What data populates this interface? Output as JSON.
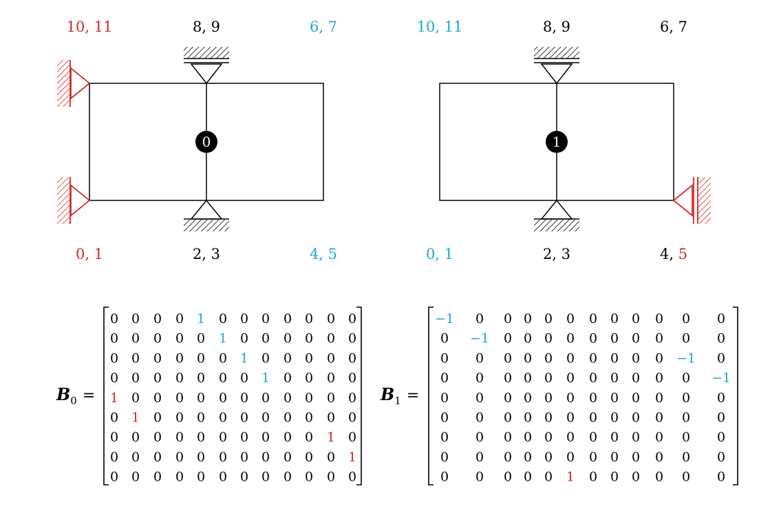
{
  "colors": {
    "red": "#d62728",
    "cyan": "#1ea7dc",
    "black": "#000000"
  },
  "diagrams": [
    {
      "node_label": "0",
      "labels": [
        {
          "id": "tl",
          "parts": [
            {
              "text": "10, 11",
              "color": "red"
            }
          ]
        },
        {
          "id": "tc",
          "parts": [
            {
              "text": "8, 9",
              "color": "black"
            }
          ]
        },
        {
          "id": "tr",
          "parts": [
            {
              "text": "6, 7",
              "color": "cyan"
            }
          ]
        },
        {
          "id": "bl",
          "parts": [
            {
              "text": "0, 1",
              "color": "red"
            }
          ]
        },
        {
          "id": "bc",
          "parts": [
            {
              "text": "2, 3",
              "color": "black"
            }
          ]
        },
        {
          "id": "br",
          "parts": [
            {
              "text": "4, 5",
              "color": "cyan"
            }
          ]
        }
      ]
    },
    {
      "node_label": "1",
      "labels": [
        {
          "id": "tl",
          "parts": [
            {
              "text": "10, 11",
              "color": "cyan"
            }
          ]
        },
        {
          "id": "tc",
          "parts": [
            {
              "text": "8, 9",
              "color": "black"
            }
          ]
        },
        {
          "id": "tr",
          "parts": [
            {
              "text": "6, 7",
              "color": "black"
            }
          ]
        },
        {
          "id": "bl",
          "parts": [
            {
              "text": "0, 1",
              "color": "cyan"
            }
          ]
        },
        {
          "id": "bc",
          "parts": [
            {
              "text": "2, 3",
              "color": "black"
            }
          ]
        },
        {
          "id": "br",
          "parts": [
            {
              "text": "4, ",
              "color": "black"
            },
            {
              "text": "5",
              "color": "red"
            }
          ]
        }
      ]
    }
  ],
  "matrices": [
    {
      "symbol": "B",
      "subscript": "0",
      "equals": "=",
      "rows": [
        [
          "0",
          "0",
          "0",
          "0",
          "1",
          "0",
          "0",
          "0",
          "0",
          "0",
          "0",
          "0"
        ],
        [
          "0",
          "0",
          "0",
          "0",
          "0",
          "1",
          "0",
          "0",
          "0",
          "0",
          "0",
          "0"
        ],
        [
          "0",
          "0",
          "0",
          "0",
          "0",
          "0",
          "1",
          "0",
          "0",
          "0",
          "0",
          "0"
        ],
        [
          "0",
          "0",
          "0",
          "0",
          "0",
          "0",
          "0",
          "1",
          "0",
          "0",
          "0",
          "0"
        ],
        [
          "1",
          "0",
          "0",
          "0",
          "0",
          "0",
          "0",
          "0",
          "0",
          "0",
          "0",
          "0"
        ],
        [
          "0",
          "1",
          "0",
          "0",
          "0",
          "0",
          "0",
          "0",
          "0",
          "0",
          "0",
          "0"
        ],
        [
          "0",
          "0",
          "0",
          "0",
          "0",
          "0",
          "0",
          "0",
          "0",
          "0",
          "1",
          "0"
        ],
        [
          "0",
          "0",
          "0",
          "0",
          "0",
          "0",
          "0",
          "0",
          "0",
          "0",
          "0",
          "1"
        ],
        [
          "0",
          "0",
          "0",
          "0",
          "0",
          "0",
          "0",
          "0",
          "0",
          "0",
          "0",
          "0"
        ]
      ],
      "highlights": [
        {
          "row": 0,
          "col": 4,
          "color": "cyan"
        },
        {
          "row": 1,
          "col": 5,
          "color": "cyan"
        },
        {
          "row": 2,
          "col": 6,
          "color": "cyan"
        },
        {
          "row": 3,
          "col": 7,
          "color": "cyan"
        },
        {
          "row": 4,
          "col": 0,
          "color": "red"
        },
        {
          "row": 5,
          "col": 1,
          "color": "red"
        },
        {
          "row": 6,
          "col": 10,
          "color": "red"
        },
        {
          "row": 7,
          "col": 11,
          "color": "red"
        }
      ]
    },
    {
      "symbol": "B",
      "subscript": "1",
      "equals": "=",
      "rows": [
        [
          "−1",
          "0",
          "0",
          "0",
          "0",
          "0",
          "0",
          "0",
          "0",
          "0",
          "0",
          "0"
        ],
        [
          "0",
          "−1",
          "0",
          "0",
          "0",
          "0",
          "0",
          "0",
          "0",
          "0",
          "0",
          "0"
        ],
        [
          "0",
          "0",
          "0",
          "0",
          "0",
          "0",
          "0",
          "0",
          "0",
          "0",
          "−1",
          "0"
        ],
        [
          "0",
          "0",
          "0",
          "0",
          "0",
          "0",
          "0",
          "0",
          "0",
          "0",
          "0",
          "−1"
        ],
        [
          "0",
          "0",
          "0",
          "0",
          "0",
          "0",
          "0",
          "0",
          "0",
          "0",
          "0",
          "0"
        ],
        [
          "0",
          "0",
          "0",
          "0",
          "0",
          "0",
          "0",
          "0",
          "0",
          "0",
          "0",
          "0"
        ],
        [
          "0",
          "0",
          "0",
          "0",
          "0",
          "0",
          "0",
          "0",
          "0",
          "0",
          "0",
          "0"
        ],
        [
          "0",
          "0",
          "0",
          "0",
          "0",
          "0",
          "0",
          "0",
          "0",
          "0",
          "0",
          "0"
        ],
        [
          "0",
          "0",
          "0",
          "0",
          "0",
          "1",
          "0",
          "0",
          "0",
          "0",
          "0",
          "0"
        ]
      ],
      "highlights": [
        {
          "row": 0,
          "col": 0,
          "color": "cyan"
        },
        {
          "row": 1,
          "col": 1,
          "color": "cyan"
        },
        {
          "row": 2,
          "col": 10,
          "color": "cyan"
        },
        {
          "row": 3,
          "col": 11,
          "color": "cyan"
        },
        {
          "row": 8,
          "col": 5,
          "color": "red"
        }
      ]
    }
  ]
}
